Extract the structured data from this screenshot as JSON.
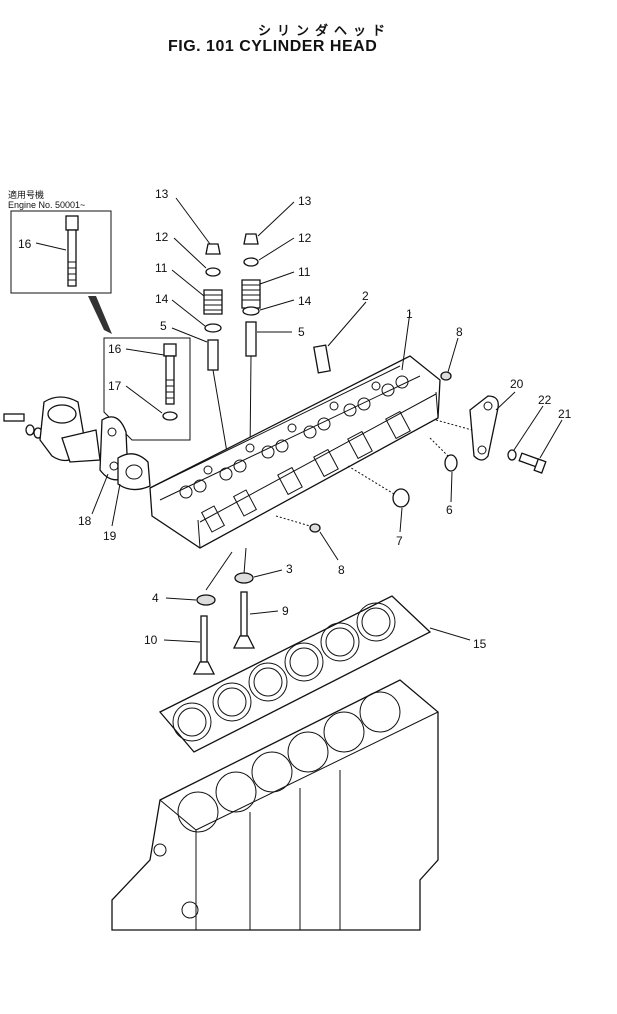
{
  "figure": {
    "title_jp": "シリンダヘッド",
    "title_en": "FIG. 101  CYLINDER HEAD"
  },
  "inset": {
    "note_jp": "適用号機",
    "note_en": "Engine No. 50001~"
  },
  "callouts": {
    "c1": "1",
    "c2": "2",
    "c3": "3",
    "c4": "4",
    "c5a": "5",
    "c5b": "5",
    "c6": "6",
    "c7": "7",
    "c8a": "8",
    "c8b": "8",
    "c9": "9",
    "c10": "10",
    "c11a": "11",
    "c11b": "11",
    "c12a": "12",
    "c12b": "12",
    "c13a": "13",
    "c13b": "13",
    "c14a": "14",
    "c14b": "14",
    "c15": "15",
    "c16a": "16",
    "c16b": "16",
    "c17": "17",
    "c18": "18",
    "c19": "19",
    "c20": "20",
    "c21": "21",
    "c22": "22"
  }
}
